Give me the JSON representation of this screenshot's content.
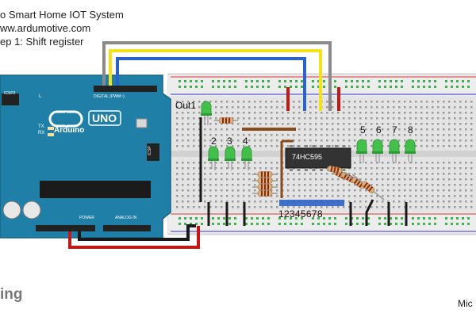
{
  "header": {
    "line1": "o Smart Home IOT System",
    "line2": "ww.ardumotive.com",
    "line3": "ep 1: Shift register"
  },
  "arduino": {
    "brand": "Arduino",
    "model": "UNO",
    "icsp2": "ICSP2",
    "icsp": "ICSP",
    "tx": "TX",
    "rx": "RX",
    "l_label": "L",
    "digital_header": "DIGITAL (PWM~)",
    "power_header": "POWER",
    "analog_header": "ANALOG IN"
  },
  "breadboard": {
    "out_label": "Out1",
    "led_numbers_left": [
      "2",
      "3",
      "4"
    ],
    "led_numbers_right": [
      "5",
      "6",
      "7",
      "8"
    ],
    "ic_label": "74HC595",
    "pin_numbers": "12345678"
  },
  "footer": {
    "left_fragment": "ing",
    "right_fragment": "Mic"
  },
  "colors": {
    "arduino_board": "#1f7fa6",
    "breadboard": "#e6e6e6",
    "hole_green": "#3bb54a",
    "led_green": "#43c04a",
    "wire_gray": "#8a8a8a",
    "wire_yellow": "#f2e21a",
    "wire_blue": "#2b63c9",
    "wire_red": "#c31818",
    "wire_black": "#1a1a1a",
    "wire_brown": "#8b4a1c",
    "chip": "#333333"
  }
}
